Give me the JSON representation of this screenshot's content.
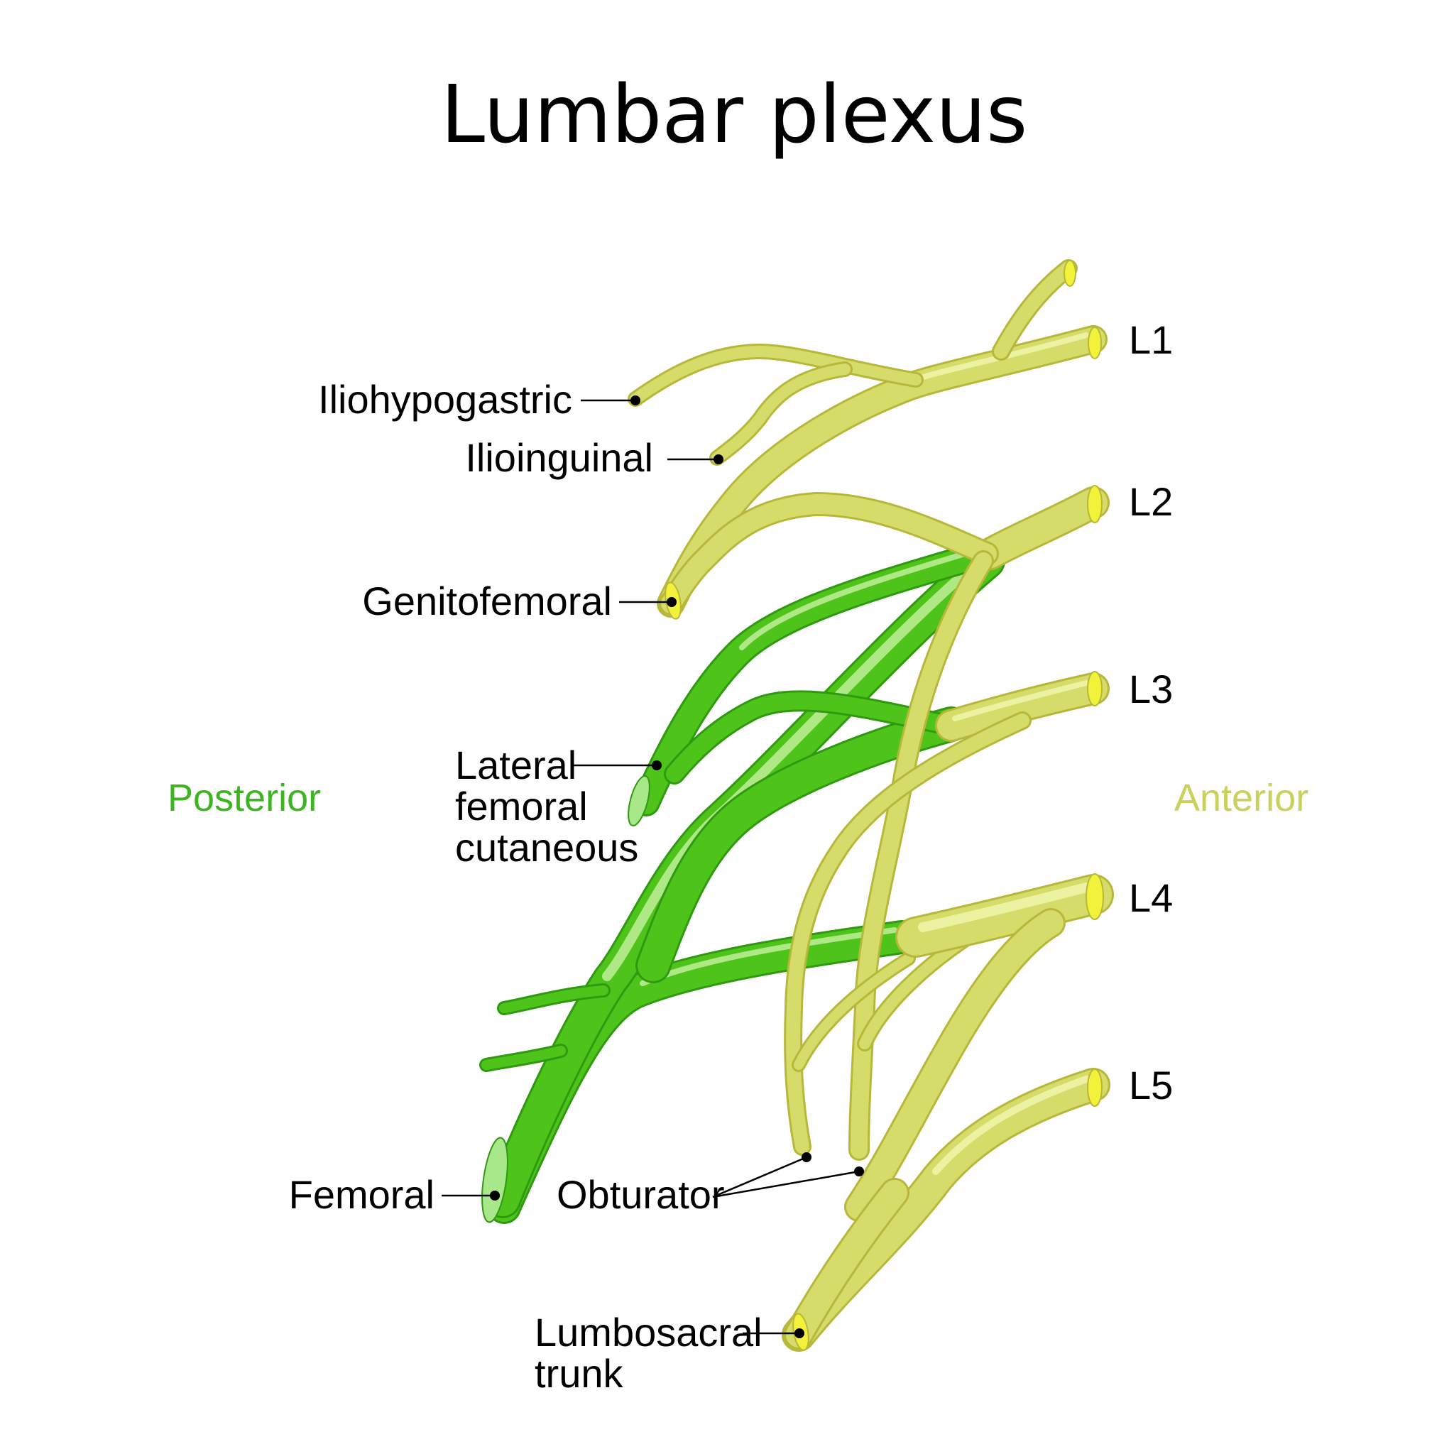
{
  "title": "Lumbar plexus",
  "roots": [
    "L1",
    "L2",
    "L3",
    "L4",
    "L5"
  ],
  "sides": {
    "posterior": "Posterior",
    "anterior": "Anterior"
  },
  "colors": {
    "anterior_division": "#d6dc69",
    "posterior_division": "#4ec41a",
    "posterior_label": "#3cb521",
    "anterior_label": "#c9d15a"
  },
  "labels": {
    "iliohypogastric": "Iliohypogastric",
    "ilioinguinal": "Ilioinguinal",
    "genitofemoral": "Genitofemoral",
    "lateral_femoral_cutaneous": [
      "Lateral",
      "femoral",
      "cutaneous"
    ],
    "femoral": "Femoral",
    "obturator": "Obturator",
    "lumbosacral_trunk": [
      "Lumbosacral",
      "trunk"
    ]
  }
}
